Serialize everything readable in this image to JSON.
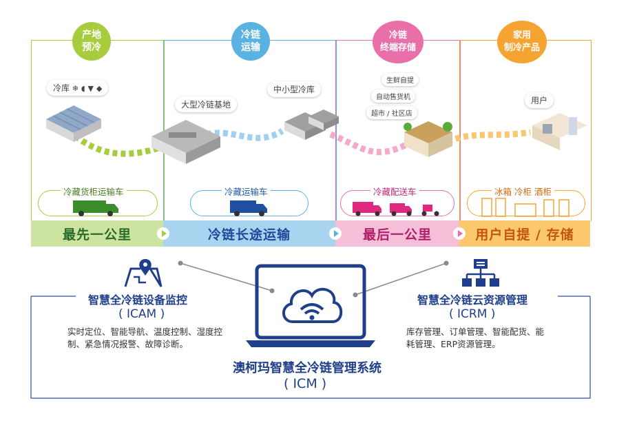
{
  "stages": [
    {
      "circle": "产地\n预冷",
      "band": "最先一公里",
      "vehicle_label": "冷藏货柜运输车",
      "color": "#a7cd3f",
      "band_bg": "#cde3a0",
      "band_text": "#2a6b2a"
    },
    {
      "circle": "冷链\n运输",
      "band": "冷链长途运输",
      "vehicle_label": "冷藏运输车",
      "color": "#5ab2e3",
      "band_bg": "#a9d4f0",
      "band_text": "#1f4a9a"
    },
    {
      "circle": "冷链\n终端存储",
      "band": "最后一公里",
      "vehicle_label": "冷藏配送车",
      "color": "#e86fa8",
      "band_bg": "#f6bfd8",
      "band_text": "#b01d6a"
    },
    {
      "circle": "家用\n制冷产品",
      "band": "用户自提 / 存储",
      "vehicle_label": "冰箱 冷柜 酒柜",
      "color": "#f5a431",
      "band_bg": "#fbc86e",
      "band_text": "#c2560a"
    }
  ],
  "scene_labels": {
    "cold_storage": "冷库",
    "large_base": "大型冷链基地",
    "small_storage": "中小型冷库",
    "fresh_pickup": "生鲜自提",
    "vending": "自动售货机",
    "supermarket": "超市 / 社区店",
    "user": "用户"
  },
  "system": {
    "title": "澳柯玛智慧全冷链管理系统",
    "abbr": "( ICM )"
  },
  "icam": {
    "title": "智慧全冷链设备监控",
    "abbr": "( ICAM )",
    "desc": "实时定位、智能导航、温度控制、湿度控制、紧急情况报警、故障诊断。"
  },
  "icrm": {
    "title": "智慧全冷链云资源管理",
    "abbr": "( ICRM )",
    "desc": "库存管理、订单管理、智能配货、能耗管理、ERP资源管理。"
  },
  "icons": [
    "map-pin-icon",
    "org-chart-icon",
    "cloud-wifi-icon",
    "laptop-icon",
    "snowflake-icon",
    "chicken-leg-icon",
    "carrot-icon",
    "fish-icon",
    "truck-icon"
  ]
}
